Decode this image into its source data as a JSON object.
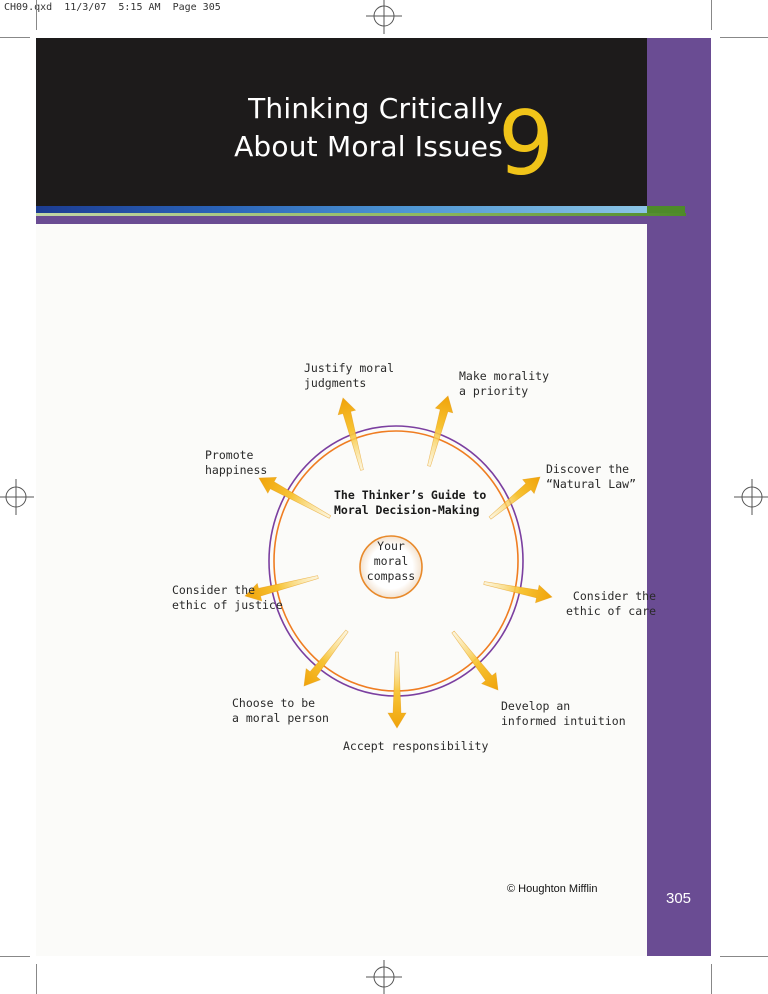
{
  "slug": "CH09.qxd  11/3/07  5:15 AM  Page 305",
  "chapter": {
    "title_line1": "Thinking Critically",
    "title_line2": "About Moral Issues",
    "number": "9"
  },
  "diagram": {
    "title": "The Thinker’s Guide to\nMoral Decision-Making",
    "center": "Your\nmoral\ncompass",
    "items": [
      "Justify moral\njudgments",
      "Make morality\na priority",
      "Discover the\n“Natural Law”",
      "Consider the\nethic of care",
      "Develop an\ninformed intuition",
      "Accept responsibility",
      "Choose to be\na moral person",
      "Consider the\nethic of justice",
      "Promote\nhappiness"
    ]
  },
  "credit": "© Houghton Mifflin",
  "page_number": "305",
  "colors": {
    "header": "#1d1b1b",
    "purple": "#6a4c93",
    "chapter_number": "#f0c419",
    "arrow": "#f4b41a",
    "ring_outer": "#7b3fa0",
    "ring_inner": "#ef7d22"
  }
}
